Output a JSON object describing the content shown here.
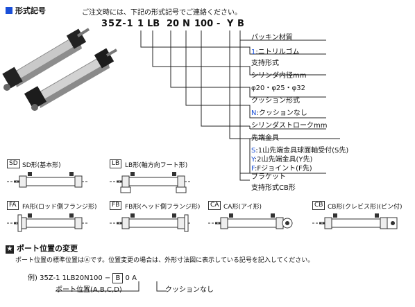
{
  "header": {
    "title": "形式記号",
    "note": "ご注文時には、下記の形式記号でご連絡ください。"
  },
  "model_code": {
    "prefix": "35Z-1",
    "parts": [
      "1",
      "LB",
      "20",
      "N",
      "100",
      "-",
      "Y",
      "B"
    ]
  },
  "legend": {
    "packing_title": "パッキン材質",
    "packing_opt_code": "1",
    "packing_opt_text": ":ニトリルゴム",
    "mount_title": "支持形式",
    "bore_title": "シリンダ内径mm",
    "bore_values": "φ20・φ25・φ32",
    "cushion_title": "クッション形式",
    "cushion_opt_code": "N",
    "cushion_opt_text": ":クッションなし",
    "stroke_title": "シリンダストロークmm",
    "rodend_title": "先端金具",
    "rodend_opt1_code": "S",
    "rodend_opt1_text": ":1山先端金具球面軸受付(S先)",
    "rodend_opt2_code": "Y",
    "rodend_opt2_text": ":2山先端金具(Y先)",
    "rodend_opt3_code": "F",
    "rodend_opt3_text": ":Fジョイント(F先)",
    "bracket_title": "ブラケット",
    "bracket_sub": "支持形式CB形"
  },
  "mount_types": {
    "sd_code": "SD",
    "sd_label": "SD形(基本形)",
    "lb_code": "LB",
    "lb_label": "LB形(軸方向フート形)",
    "fa_code": "FA",
    "fa_label": "FA形(ロッド側フランジ形)",
    "fb_code": "FB",
    "fb_label": "FB形(ヘッド側フランジ形)",
    "ca_code": "CA",
    "ca_label": "CA形(アイ形)",
    "cb_code": "CB",
    "cb_label": "CB形(クレビス形)(ピン付)"
  },
  "port": {
    "title": "ポート位置の変更",
    "desc": "ポート位置の標準位置はⒶです。位置変更の場合は、外形寸法図に表示している記号を記入してください。",
    "ex_label": "例)",
    "ex_code": "35Z-1 1LB20N100 −",
    "ex_box": "B",
    "ex_tail": "0 A",
    "ex_sub1": "ポート位置(A,B,C,D)",
    "ex_sub2": "クッションなし"
  },
  "colors": {
    "accent": "#1a4fd8"
  }
}
